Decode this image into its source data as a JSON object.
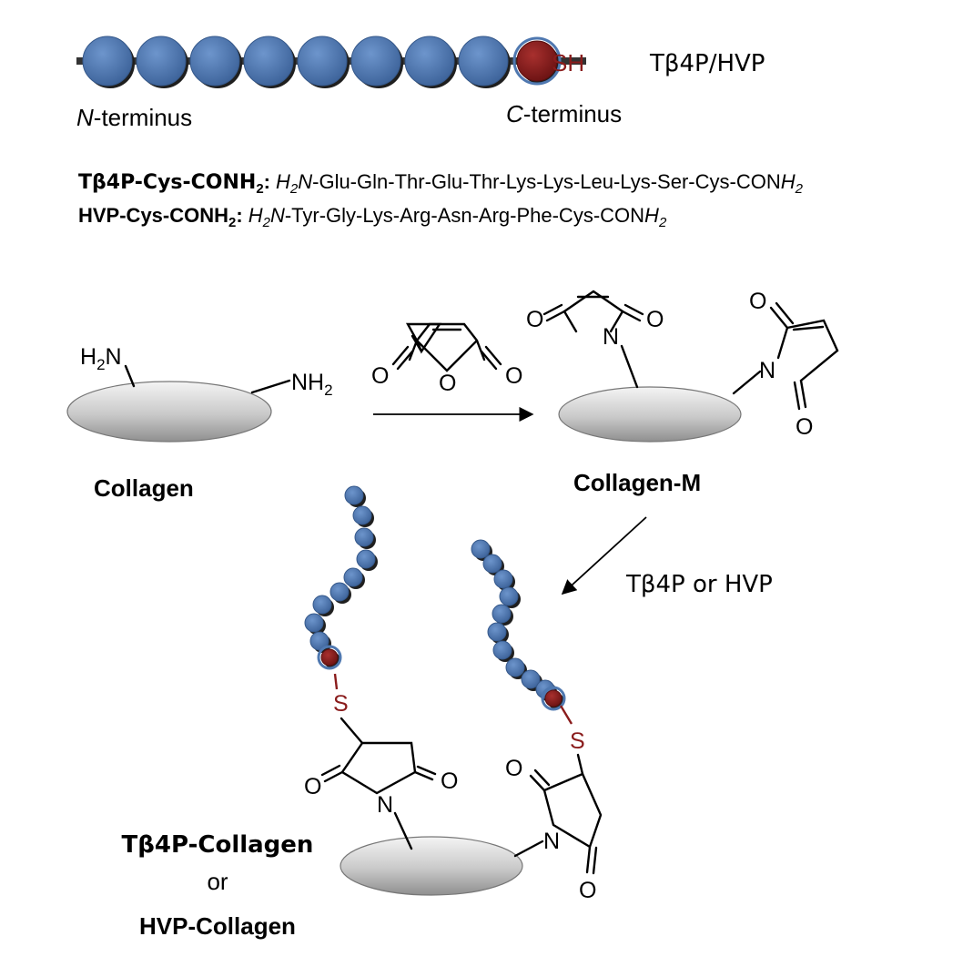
{
  "peptide_header": {
    "thiol": "SH",
    "name": "Tβ4P/HVP",
    "n_term_prefix": "N",
    "n_term_suffix": "-terminus",
    "c_term_prefix": "C",
    "c_term_suffix": "-terminus"
  },
  "sequences": {
    "tb4p_label": "Tβ4P-Cys-CONH",
    "tb4p_label_sub": "2",
    "tb4p_label_colon": ":",
    "tb4p_n_prefix": "H",
    "tb4p_n_sub": "2",
    "tb4p_n_suffix": "N",
    "tb4p_residues": "-Glu-Gln-Thr-Glu-Thr-Lys-Lys-Leu-Lys-Ser-Cys-CON",
    "tb4p_c_end": "H",
    "tb4p_c_sub": "2",
    "hvp_label": "HVP-Cys-CONH",
    "hvp_label_sub": "2",
    "hvp_label_colon": ":",
    "hvp_n_prefix": "H",
    "hvp_n_sub": "2",
    "hvp_n_suffix": "N",
    "hvp_residues": "-Tyr-Gly-Lys-Arg-Asn-Arg-Phe-Cys-CON",
    "hvp_c_end": "H",
    "hvp_c_sub": "2"
  },
  "scheme": {
    "collagen_label": "Collagen",
    "collagen_m_label": "Collagen-M",
    "amine_left_H": "H",
    "amine_left_sub": "2",
    "amine_left_N": "N",
    "amine_right_NH": "NH",
    "amine_right_sub": "2",
    "anhydride_O_left": "O",
    "anhydride_O_ring": "O",
    "anhydride_O_right": "O",
    "maleimide_top_O_left": "O",
    "maleimide_top_N": "N",
    "maleimide_top_O_right": "O",
    "maleimide_side_O_top": "O",
    "maleimide_side_N": "N",
    "maleimide_side_O_bottom": "O",
    "reagent_label": "Tβ4P or HVP",
    "sulfur_left": "S",
    "sulfur_right": "S",
    "succ_left_O_left": "O",
    "succ_left_N": "N",
    "succ_left_O_right": "O",
    "succ_right_O_top": "O",
    "succ_right_N": "N",
    "succ_right_O_bottom": "O",
    "product_line1": "Tβ4P-Collagen",
    "product_line2": "or",
    "product_line3": "HVP-Collagen"
  },
  "colors": {
    "bead_blue": "#4f78b0",
    "bead_red": "#8a1c1c",
    "thiol_red": "#8a1c1c",
    "collagen_gray": "#c8c8c8"
  },
  "icons": [
    "amino-acid-bead",
    "cysteine-bead",
    "collagen-ellipse",
    "reaction-arrow"
  ]
}
